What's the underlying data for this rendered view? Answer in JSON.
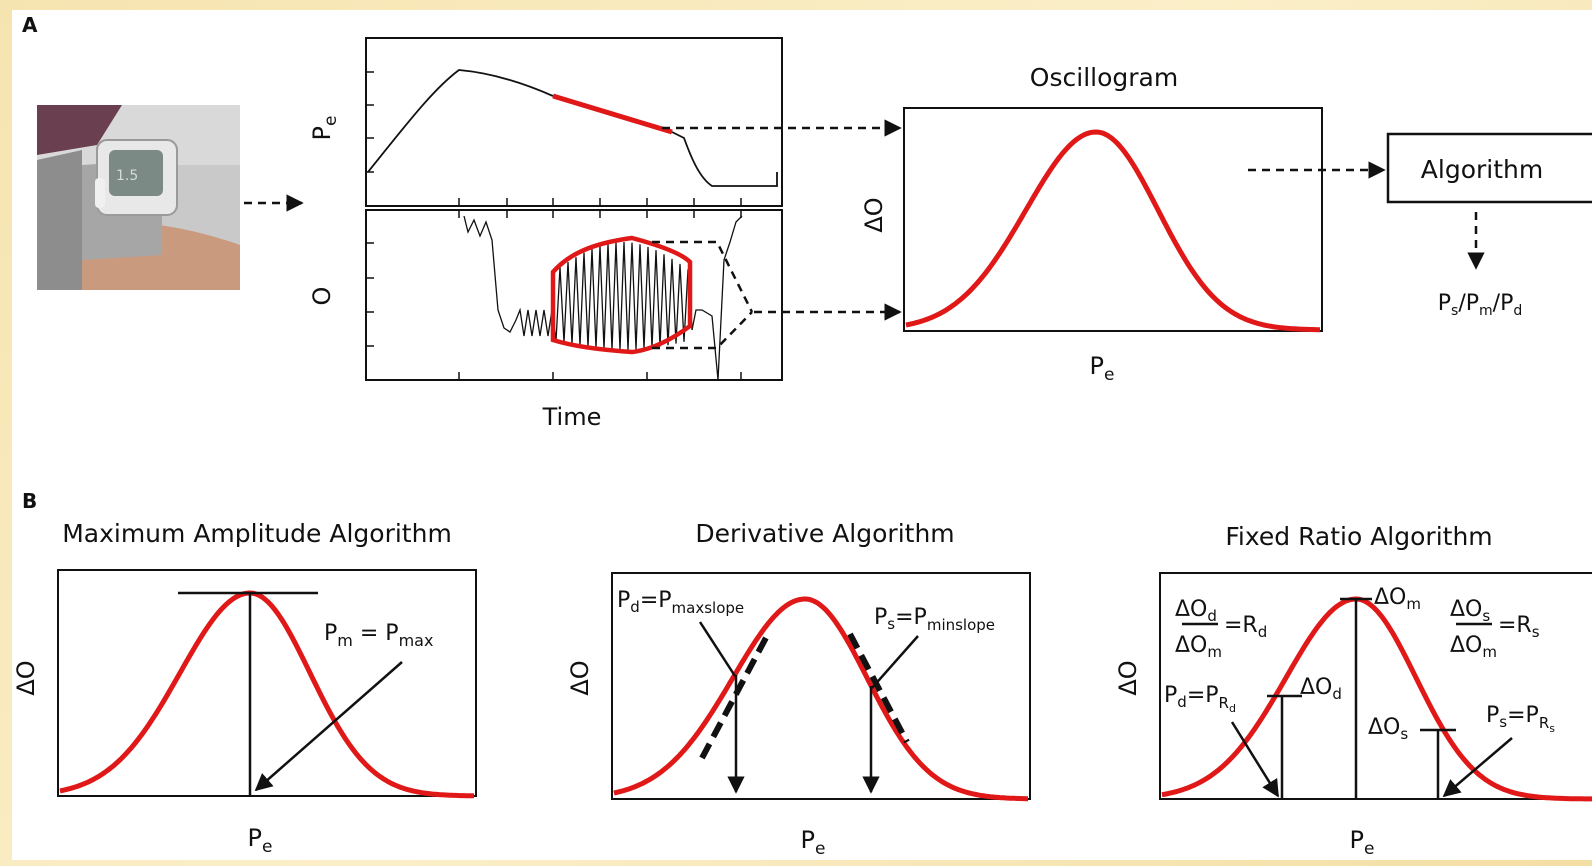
{
  "panel_a": {
    "label": "A",
    "pe_axis_label": "P",
    "pe_axis_sub": "e",
    "o_axis_label": "O",
    "time_label": "Time",
    "oscillogram": {
      "title": "Oscillogram",
      "y_label": "ΔO",
      "x_label": "P",
      "x_label_sub": "e"
    },
    "algorithm_box": "Algorithm",
    "outputs": {
      "ps": "P",
      "ps_sub": "s",
      "pm": "P",
      "pm_sub": "m",
      "pd": "P",
      "pd_sub": "d",
      "sep": "/"
    }
  },
  "panel_b": {
    "label": "B",
    "maximum_amplitude": {
      "title": "Maximum Amplitude Algorithm",
      "y_label": "ΔO",
      "x_label": "P",
      "x_label_sub": "e",
      "annotation": {
        "pm": "P",
        "pm_sub": "m",
        "eq": " = ",
        "pmax": "P",
        "pmax_sub": "max"
      }
    },
    "derivative": {
      "title": "Derivative Algorithm",
      "y_label": "ΔO",
      "x_label": "P",
      "x_label_sub": "e",
      "left_annotation": {
        "p": "P",
        "p_sub": "d",
        "eq": "=",
        "q": "P",
        "q_sub": "maxslope"
      },
      "right_annotation": {
        "p": "P",
        "p_sub": "s",
        "eq": "=",
        "q": "P",
        "q_sub": "minslope"
      }
    },
    "fixed_ratio": {
      "title": "Fixed Ratio Algorithm",
      "y_label": "ΔO",
      "x_label": "P",
      "x_label_sub": "e",
      "ratio_d": {
        "num": "ΔO",
        "num_sub": "d",
        "den": "ΔO",
        "den_sub": "m",
        "eq": "=R",
        "eq_sub": "d"
      },
      "ratio_s": {
        "num": "ΔO",
        "num_sub": "s",
        "den": "ΔO",
        "den_sub": "m",
        "eq": "=R",
        "eq_sub": "s"
      },
      "delta_om": {
        "t": "ΔO",
        "sub": "m"
      },
      "delta_od": {
        "t": "ΔO",
        "sub": "d"
      },
      "delta_os": {
        "t": "ΔO",
        "sub": "s"
      },
      "pd_eq": {
        "p": "P",
        "p_sub": "d",
        "eq": "=P",
        "q_sub": "R",
        "q_subsub": "d"
      },
      "ps_eq": {
        "p": "P",
        "p_sub": "s",
        "eq": "=P",
        "q_sub": "R",
        "q_subsub": "s"
      }
    }
  },
  "colors": {
    "curve": "#e01818",
    "ink": "#111111"
  }
}
